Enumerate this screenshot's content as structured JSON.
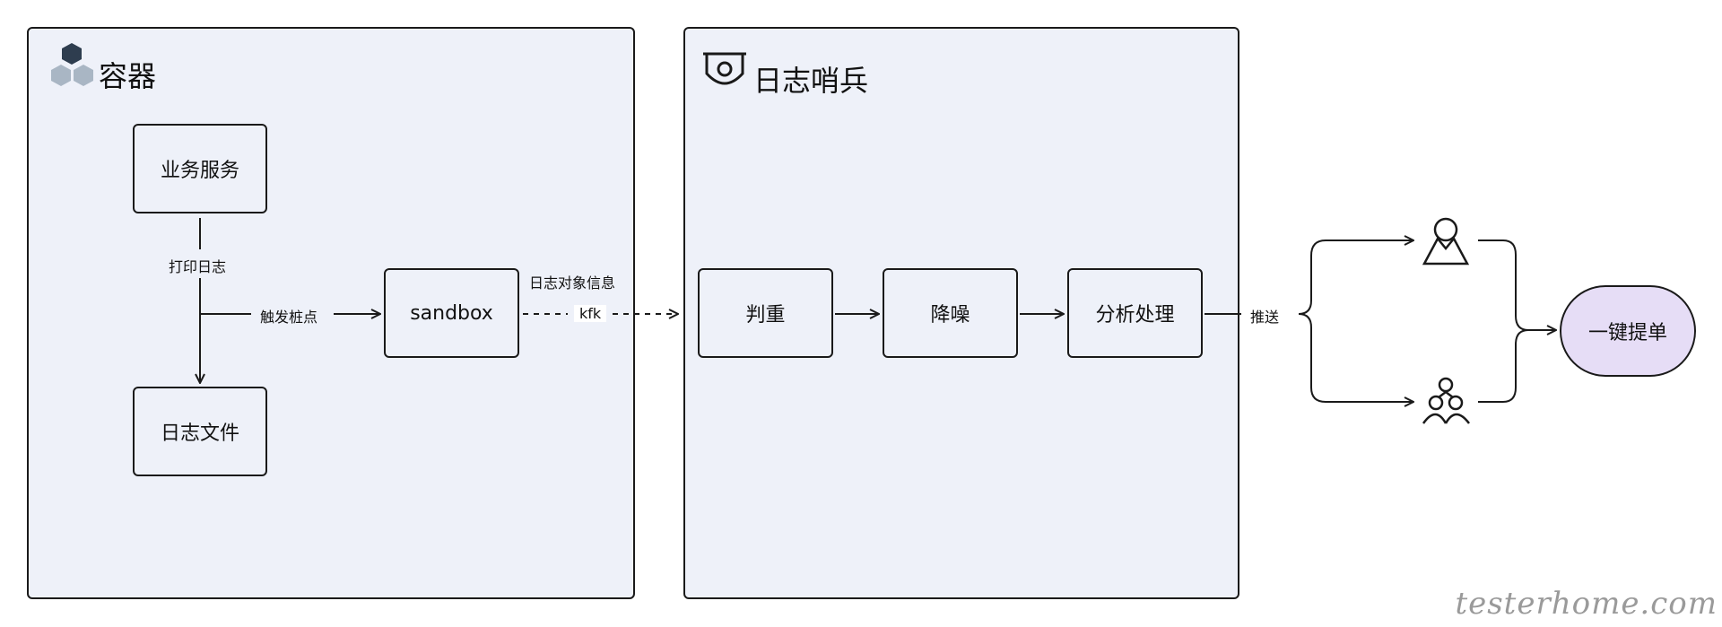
{
  "container_panel": {
    "title": "容器"
  },
  "sentinel_panel": {
    "title": "日志哨兵"
  },
  "nodes": {
    "business_service": "业务服务",
    "log_file": "日志文件",
    "sandbox": "sandbox",
    "dedup": "判重",
    "denoise": "降噪",
    "analysis": "分析处理",
    "one_click_ticket": "一键提单"
  },
  "edge_labels": {
    "print_log": "打印日志",
    "trigger_stub": "触发桩点",
    "log_object_info": "日志对象信息",
    "kfk": "kfk",
    "push": "推送"
  },
  "watermark": "testerhome.com",
  "colors": {
    "panel_fill": "#eef1f9",
    "terminal_fill": "#e6ddf6",
    "stroke": "#1a1a1a"
  }
}
